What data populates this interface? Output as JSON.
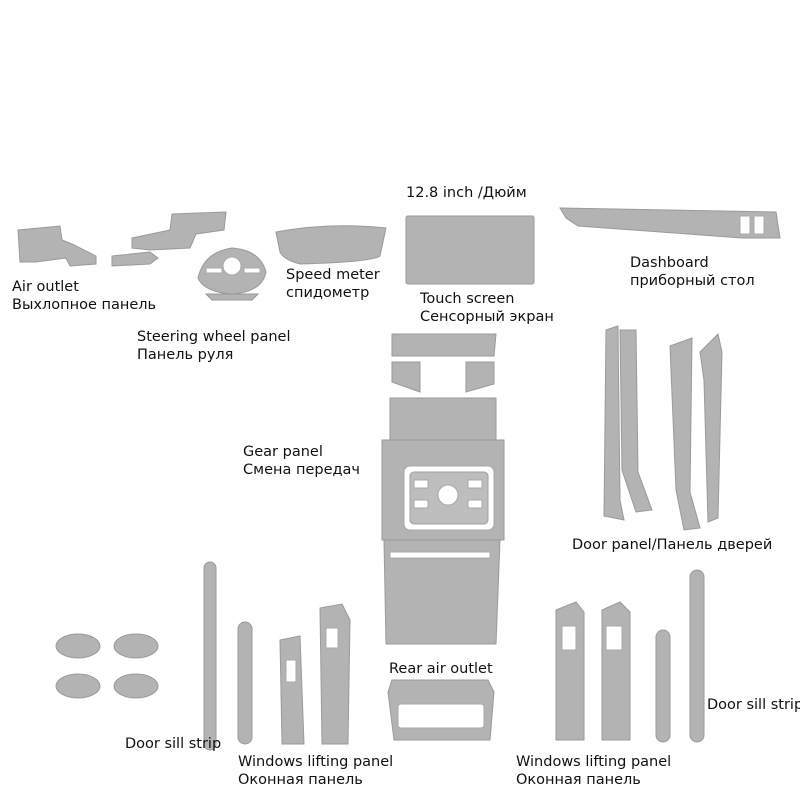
{
  "labels": {
    "touch_size": "12.8 inch /Дюйм",
    "air_outlet_en": "Air outlet",
    "air_outlet_ru": "Выхлопное панель",
    "speed_meter_en": "Speed meter",
    "speed_meter_ru": "спидометр",
    "touch_screen_en": "Touch screen",
    "touch_screen_ru": "Сенсорный экран",
    "dashboard_en": "Dashboard",
    "dashboard_ru": "приборный стол",
    "steering_en": "Steering wheel panel",
    "steering_ru": "Панель руля",
    "gear_en": "Gear panel",
    "gear_ru": "Смена передач",
    "door_panel": "Door panel/Панель дверей",
    "rear_air_outlet": "Rear air outlet",
    "door_sill_left": "Door sill strip",
    "door_sill_right": "Door sill strip",
    "windows_left_en": "Windows lifting panel",
    "windows_left_ru": "Оконная панель",
    "windows_right_en": "Windows lifting panel",
    "windows_right_ru": "Оконная панель"
  },
  "colors": {
    "film": "#b3b3b3",
    "background": "#ffffff"
  }
}
